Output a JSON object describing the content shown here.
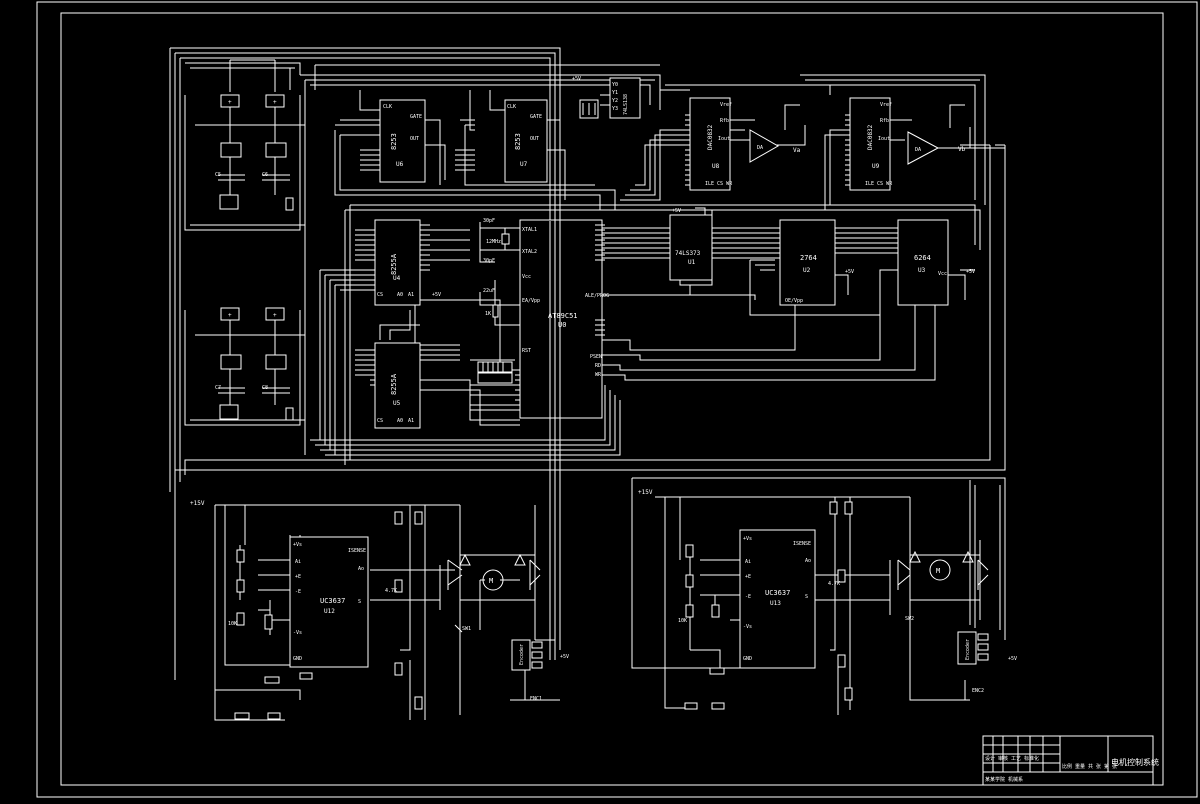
{
  "drawing": {
    "colors": {
      "background": "#000000",
      "line": "#ffffff"
    },
    "chips": {
      "mcu": {
        "name": "AT89C51",
        "ref": "U0",
        "pins_left": [
          "XTAL1",
          "XTAL2",
          "Vcc",
          "EA/Vpp",
          "RST"
        ],
        "pins_right": [
          "ALE/PROG",
          "PSEN",
          "RD",
          "WR"
        ]
      },
      "latch": {
        "name": "74LS373",
        "ref": "U1"
      },
      "eprom": {
        "name": "2764",
        "ref": "U2",
        "pin": "OE/Vpp"
      },
      "ram": {
        "name": "6264",
        "ref": "U3",
        "pin": "Vcc"
      },
      "pio_a": {
        "name": "8255A",
        "ref": "U4",
        "pins": [
          "CS",
          "A0",
          "A1"
        ]
      },
      "pio_b": {
        "name": "8255A",
        "ref": "U5",
        "pins": [
          "CS",
          "A0",
          "A1"
        ]
      },
      "timer_a": {
        "name": "8253",
        "ref": "U6",
        "pins": [
          "CLK",
          "GATE",
          "OUT"
        ]
      },
      "timer_b": {
        "name": "8253",
        "ref": "U7",
        "pins": [
          "CLK",
          "GATE",
          "OUT"
        ]
      },
      "dac_a": {
        "name": "DAC0832",
        "ref": "U8",
        "sub": "ILE CS WR",
        "pins": [
          "Vref",
          "Rfb",
          "Iout"
        ]
      },
      "dac_b": {
        "name": "DAC0832",
        "ref": "U9",
        "sub": "ILE CS WR",
        "pins": [
          "Vref",
          "Rfb",
          "Iout"
        ]
      },
      "dec": {
        "name": "74LS138",
        "pins": [
          "Y0",
          "Y1",
          "Y2",
          "Y3"
        ]
      },
      "pwm_a": {
        "name": "UC3637",
        "ref": "U12",
        "pins": [
          "+Vs",
          "Ai",
          "Ao",
          "+E",
          "-E",
          "S",
          "-Vs",
          "ISENSE",
          "GND"
        ]
      },
      "pwm_b": {
        "name": "UC3637",
        "ref": "U13",
        "pins": [
          "+Vs",
          "Ai",
          "Ao",
          "+E",
          "-E",
          "S",
          "-Vs",
          "ISENSE",
          "GND"
        ]
      },
      "enc_a": {
        "name": "Encoder",
        "ref": "ENC1"
      },
      "enc_b": {
        "name": "Encoder",
        "ref": "ENC2"
      }
    },
    "labels": {
      "crystal": "12MHz",
      "cap_a": "30pF",
      "cap_b": "30pF",
      "cap_c": "22uF",
      "res_rst": "1K",
      "vcc": "+5V",
      "vcc_a": "+5V",
      "vcc_b": "+5V",
      "supply_a": "+15V",
      "supply_b": "+15V",
      "out_a": "Va",
      "out_b": "Vb",
      "res_a": "10K",
      "res_b": "10K",
      "res_c": "4.7K",
      "res_d": "4.7K",
      "sw_a": "SW1",
      "sw_b": "SW2",
      "motor_a": "M",
      "motor_b": "M"
    },
    "title_block": {
      "title": "电机控制系统",
      "row_a": "设计 审核 工艺 标准化",
      "row_b": "比例 重量 共 张 第 张",
      "row_c": "某某学院 机械系"
    }
  }
}
